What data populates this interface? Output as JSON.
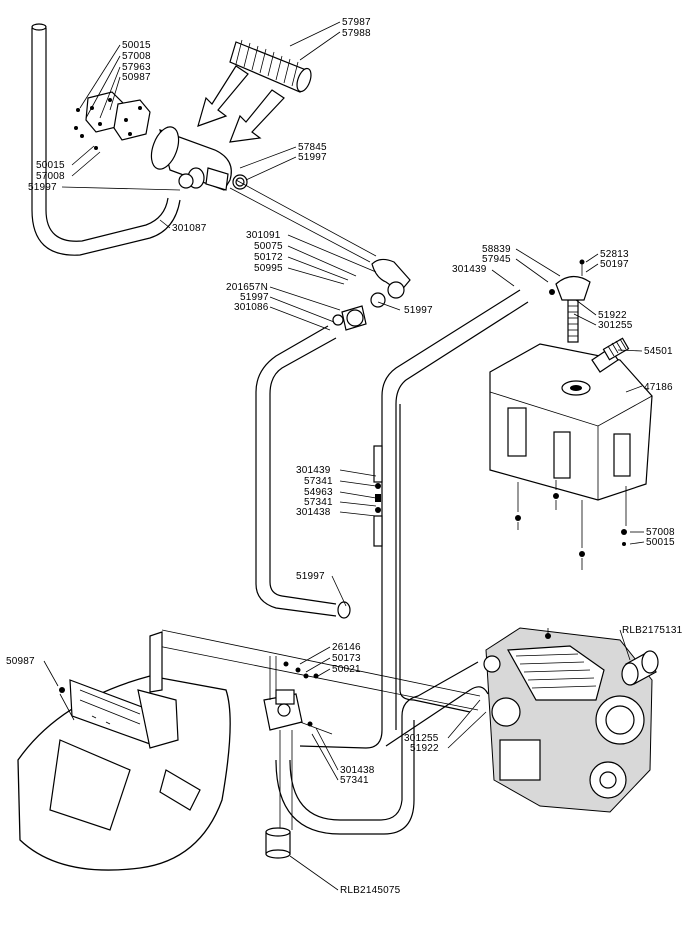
{
  "callouts": {
    "c_57987": "57987",
    "c_57988": "57988",
    "c_50015_a": "50015",
    "c_57008_a": "57008",
    "c_57963": "57963",
    "c_50987_a": "50987",
    "c_50015_b": "50015",
    "c_57008_b": "57008",
    "c_51997_a": "51997",
    "c_57845": "57845",
    "c_51997_b": "51997",
    "c_301087": "301087",
    "c_301091": "301091",
    "c_50075": "50075",
    "c_50172": "50172",
    "c_50995": "50995",
    "c_201657N": "201657N",
    "c_51997_c": "51997",
    "c_301086": "301086",
    "c_51997_d": "51997",
    "c_58839": "58839",
    "c_57945": "57945",
    "c_301439_a": "301439",
    "c_52813": "52813",
    "c_50197": "50197",
    "c_51922_a": "51922",
    "c_301255_a": "301255",
    "c_54501": "54501",
    "c_47186": "47186",
    "c_301439_b": "301439",
    "c_57341_a": "57341",
    "c_54963": "54963",
    "c_57341_b": "57341",
    "c_301438_a": "301438",
    "c_57008_c": "57008",
    "c_50015_c": "50015",
    "c_51997_e": "51997",
    "c_RLB2175131": "RLB2175131",
    "c_50987_b": "50987",
    "c_26146": "26146",
    "c_50173": "50173",
    "c_50021": "50021",
    "c_301255_b": "301255",
    "c_51922_b": "51922",
    "c_301438_b": "301438",
    "c_57341_c": "57341",
    "c_RLB2145075": "RLB2145075"
  }
}
